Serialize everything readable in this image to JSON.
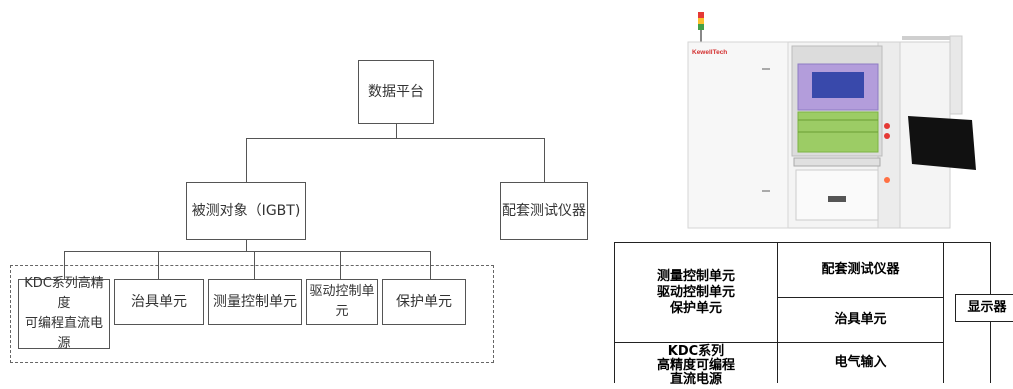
{
  "tree": {
    "root": "数据平台",
    "mid_left": "被测对象（IGBT)",
    "mid_right": "配套测试仪器",
    "leaves": [
      "KDC系列高精度\n可编程直流电源",
      "治具单元",
      "测量控制单元",
      "驱动控制单元",
      "保护单元"
    ]
  },
  "machine": {
    "brand": "KewellTech"
  },
  "table": {
    "r1c1": "测量控制单元\n驱动控制单元\n保护单元",
    "r1c2": "配套测试仪器",
    "r2c2": "治具单元",
    "r3c1": "KDC系列\n高精度可编程\n直流电源",
    "r3c2": "电气输入",
    "side": "显示器"
  }
}
